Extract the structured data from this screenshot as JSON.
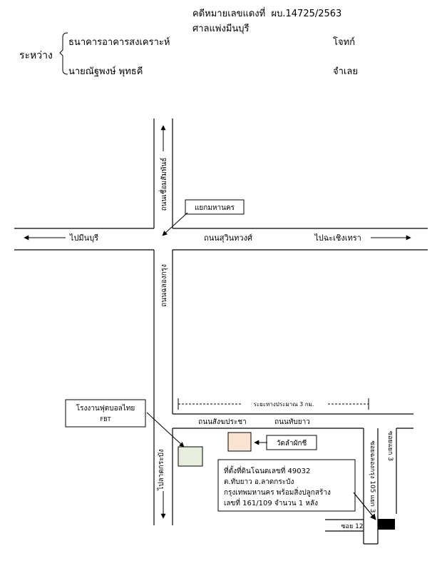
{
  "header": {
    "case_label": "คดีหมายเลขแดงที่",
    "case_number": "ผบ.14725/2563",
    "court": "ศาลแพ่งมีนบุรี",
    "between": "ระหว่าง",
    "plaintiff_name": "ธนาคารอาคารสงเคราะห์",
    "plaintiff_role": "โจทก์",
    "defendant_name": "นายณัฐพงษ์ พุทธคี",
    "defendant_role": "จำเลย"
  },
  "map": {
    "road_vertical_north": "ถนนเชื่อมสัมพันธ์",
    "road_vertical_south": "ถนนฉลองกรุง",
    "road_horizontal": "ถนนสุวินทวงศ์",
    "to_west": "ไปมีนบุรี",
    "to_east": "ไปฉะเชิงเทรา",
    "to_south": "ไปลาดกระบัง",
    "junction": "แยกมหานคร",
    "distance": "ระยะทางประมาณ 3 กม.",
    "road_sangkhom": "ถนนสังฆประชา",
    "road_thapyao": "ถนนทับยาว",
    "factory_line1": "โรงงานฟุตบอลไทย",
    "factory_line2": "FBT",
    "temple": "วัดลำผักชี",
    "soi_chalong": "ซอยฉลองกรุง 105 แยก 3",
    "soi_yaek3": "ซอยแยก 3",
    "soi12": "ซอย 12",
    "location_line1": "ที่ตั้งที่ดินโฉนดเลขที่ 49032",
    "location_line2": "ต.ทับยาว อ.ลาดกระบัง",
    "location_line3": "กรุงเทพมหานคร พร้อมสิ่งปลูกสร้าง",
    "location_line4": "เลขที่ 161/109 จำนวน 1 หลัง"
  },
  "colors": {
    "factory_fill": "#e8eedd",
    "temple_fill": "#fbe3d2",
    "property_fill": "#000000"
  }
}
